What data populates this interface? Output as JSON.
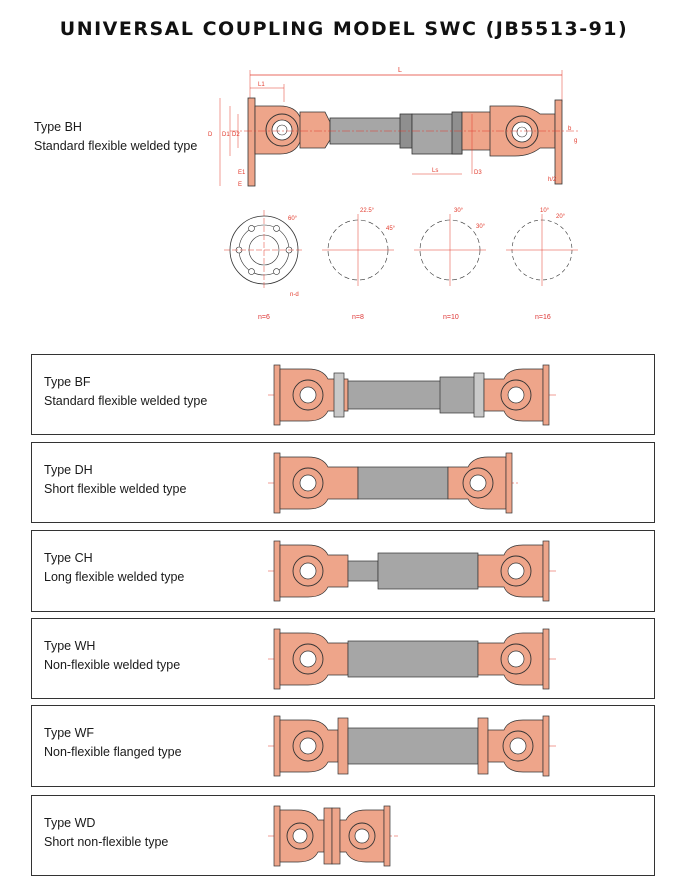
{
  "page": {
    "title": "UNIVERSAL COUPLING MODEL SWC (JB5513-91)"
  },
  "main": {
    "type": "Type BH",
    "desc": "Standard flexible welded type",
    "dims": {
      "L": "L",
      "L1": "L1",
      "D": "D",
      "D1": "D1",
      "D2": "D2",
      "Ls": "Ls",
      "D3": "D3",
      "E1": "E1",
      "E": "E",
      "h2": "h/2",
      "b": "b",
      "g": "g"
    }
  },
  "bolt_patterns": [
    {
      "n": "n=6",
      "angles": [
        "60°"
      ],
      "extra": "n-d"
    },
    {
      "n": "n=8",
      "angles": [
        "22.5°",
        "45°"
      ]
    },
    {
      "n": "n=10",
      "angles": [
        "30°",
        "30°"
      ]
    },
    {
      "n": "n=16",
      "angles": [
        "10°",
        "20°"
      ]
    }
  ],
  "types": [
    {
      "type": "Type BF",
      "desc": "Standard flexible welded type"
    },
    {
      "type": "Type DH",
      "desc": "Short flexible welded type"
    },
    {
      "type": "Type CH",
      "desc": "Long flexible welded type"
    },
    {
      "type": "Type WH",
      "desc": "Non-flexible welded type"
    },
    {
      "type": "Type WF",
      "desc": "Non-flexible flanged type"
    },
    {
      "type": "Type WD",
      "desc": "Short non-flexible type"
    }
  ],
  "colors": {
    "yoke": "#eea58a",
    "yoke_dark": "#c8785e",
    "shaft": "#a6a6a6",
    "shaft_dark": "#7a7a7a",
    "dim": "#e23a2c",
    "outline": "#333333"
  }
}
